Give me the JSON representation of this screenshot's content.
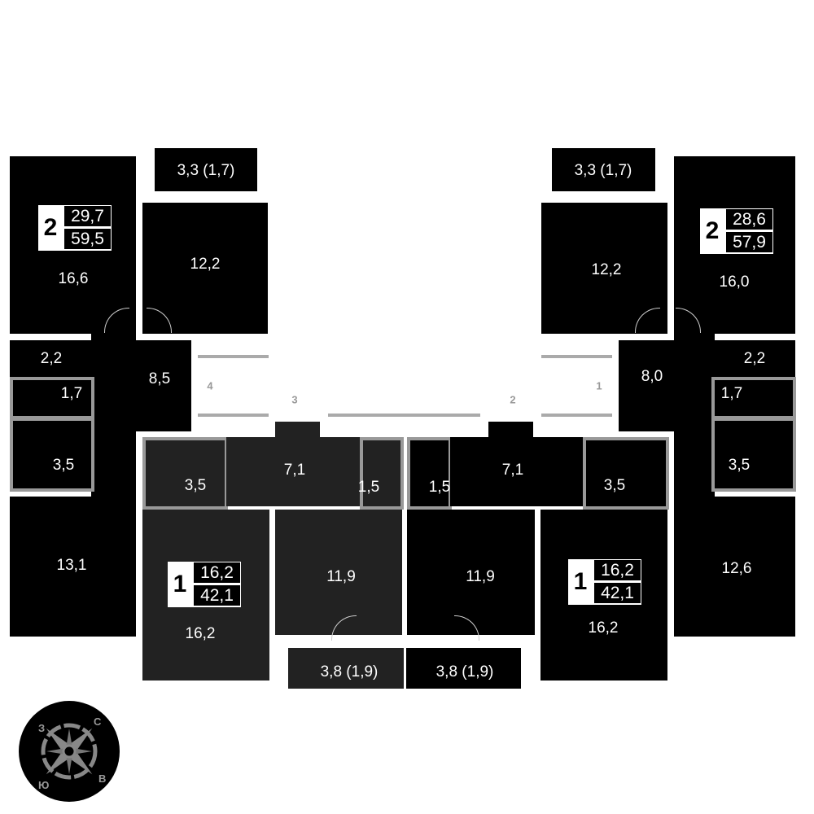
{
  "apartments": [
    {
      "rooms_count": "2",
      "living_area": "29,7",
      "total_area": "59,5",
      "rooms": {
        "room_a": "16,6",
        "balcony": "3,3 (1,7)",
        "kitchen": "12,2",
        "hall": "8,5",
        "storage": "2,2",
        "wc": "1,7",
        "bath": "3,5",
        "room_b": "13,1"
      }
    },
    {
      "rooms_count": "1",
      "living_area": "16,2",
      "total_area": "42,1",
      "rooms": {
        "bath": "3,5",
        "hall": "7,1",
        "wc": "1,5",
        "room": "16,2",
        "kitchen": "11,9",
        "balcony": "3,8 (1,9)"
      }
    },
    {
      "rooms_count": "1",
      "living_area": "16,2",
      "total_area": "42,1",
      "rooms": {
        "bath": "3,5",
        "hall": "7,1",
        "wc": "1,5",
        "room": "16,2",
        "kitchen": "11,9",
        "balcony": "3,8 (1,9)"
      }
    },
    {
      "rooms_count": "2",
      "living_area": "28,6",
      "total_area": "57,9",
      "rooms": {
        "room_a": "16,0",
        "balcony": "3,3 (1,7)",
        "kitchen": "12,2",
        "hall": "8,0",
        "storage": "2,2",
        "wc": "1,7",
        "bath": "3,5",
        "room_b": "12,6"
      }
    }
  ],
  "corridor_numbers": [
    "4",
    "3",
    "2",
    "1"
  ],
  "compass": {
    "north": "С",
    "west": "З",
    "south": "Ю",
    "east": "В"
  },
  "colors": {
    "apartment": "#000000",
    "highlighted": "#222222",
    "wall": "#999999"
  }
}
